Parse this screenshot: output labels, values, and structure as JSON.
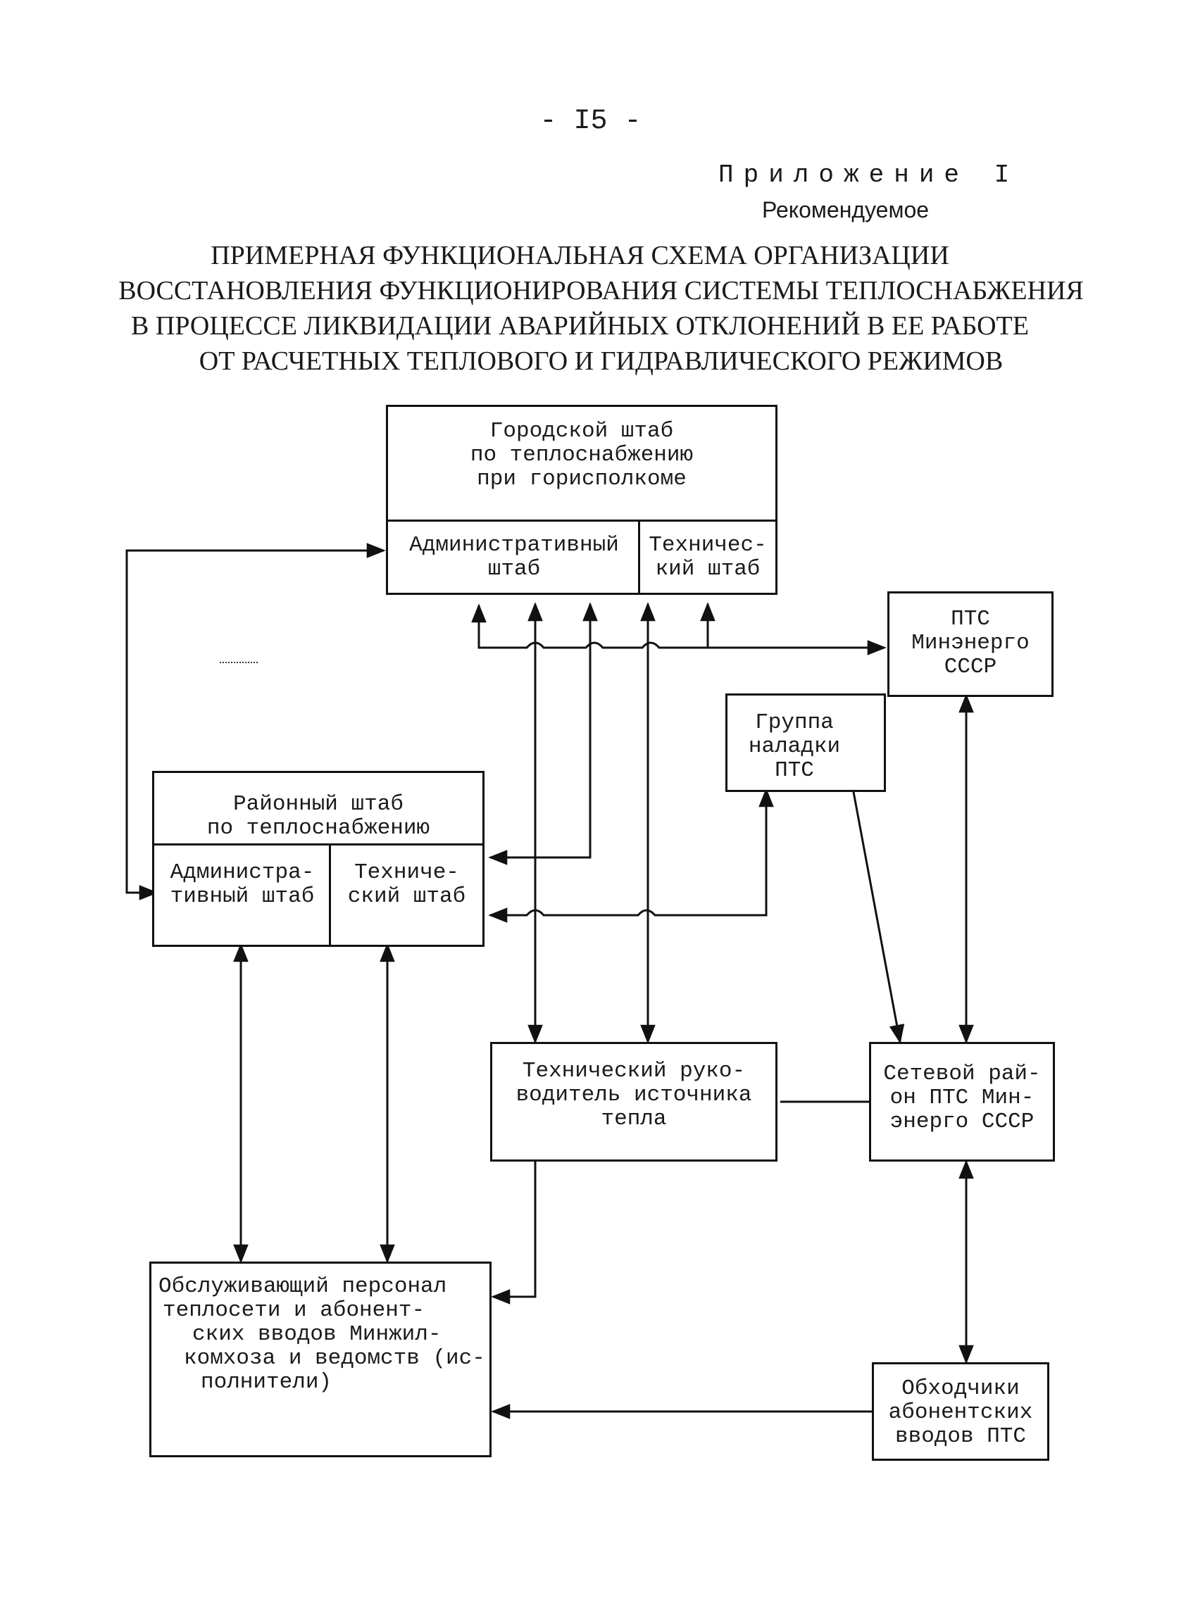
{
  "page": {
    "number": "- I5 -",
    "appendix": "Приложение I",
    "recommended": "Рекомендуемое",
    "title_lines": [
      "ПРИМЕРНАЯ ФУНКЦИОНАЛЬНАЯ СХЕМА ОРГАНИЗАЦИИ",
      "ВОССТАНОВЛЕНИЯ ФУНКЦИОНИРОВАНИЯ СИСТЕМЫ ТЕПЛОСНАБЖЕНИЯ",
      "В ПРОЦЕССЕ ЛИКВИДАЦИИ АВАРИЙНЫХ ОТКЛОНЕНИЙ В ЕЕ РАБОТЕ",
      "ОТ РАСЧЕТНЫХ ТЕПЛОВОГО И ГИДРАВЛИЧЕСКОГО РЕЖИМОВ"
    ]
  },
  "nodes": {
    "city_hq": {
      "lines": [
        "Городской штаб",
        "по теплоснабжению",
        "при горисполкоме"
      ],
      "admin": [
        "Административный",
        "штаб"
      ],
      "tech": [
        "Техничес-",
        "кий штаб"
      ]
    },
    "district_hq": {
      "lines": [
        "Районный штаб",
        "по теплоснабжению"
      ],
      "admin": [
        "Администра-",
        "тивный штаб"
      ],
      "tech": [
        "Техниче-",
        "ский штаб"
      ]
    },
    "pts_minenergo": {
      "lines": [
        "ПТС",
        "Минэнерго",
        "СССР"
      ]
    },
    "pts_adjust_group": {
      "lines": [
        "Группа",
        "наладки",
        "ПТС"
      ]
    },
    "tech_head": {
      "lines": [
        "Технический руко-",
        "водитель источника",
        "тепла"
      ]
    },
    "network_district": {
      "lines": [
        "Сетевой рай-",
        "он ПТС Мин-",
        "энерго СССР"
      ]
    },
    "service_staff": {
      "lines": [
        "Обслуживающий персонал",
        "теплосети и абонент-",
        "ских вводов Минжил-",
        "комхоза и ведомств (ис-",
        "полнители)"
      ]
    },
    "inspectors": {
      "lines": [
        "Обходчики",
        "абонентских",
        "вводов ПТС"
      ]
    }
  }
}
